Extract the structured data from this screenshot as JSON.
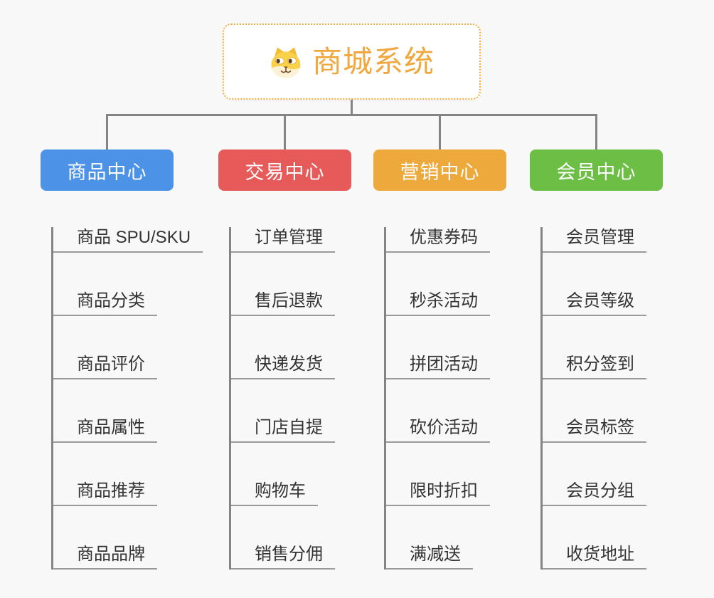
{
  "root": {
    "title": "商城系统",
    "icon": "shiba-dog-face-icon"
  },
  "branches": [
    {
      "id": "product-center",
      "label": "商品中心",
      "color": "#4c93e8",
      "items": [
        "商品 SPU/SKU",
        "商品分类",
        "商品评价",
        "商品属性",
        "商品推荐",
        "商品品牌"
      ]
    },
    {
      "id": "trade-center",
      "label": "交易中心",
      "color": "#e65a5a",
      "items": [
        "订单管理",
        "售后退款",
        "快递发货",
        "门店自提",
        "购物车",
        "销售分佣"
      ]
    },
    {
      "id": "marketing-center",
      "label": "营销中心",
      "color": "#eda93c",
      "items": [
        "优惠券码",
        "秒杀活动",
        "拼团活动",
        "砍价活动",
        "限时折扣",
        "满减送"
      ]
    },
    {
      "id": "member-center",
      "label": "会员中心",
      "color": "#6cbe45",
      "items": [
        "会员管理",
        "会员等级",
        "积分签到",
        "会员标签",
        "会员分组",
        "收货地址"
      ]
    }
  ],
  "colors": {
    "connector": "#848484",
    "leaf_underline": "#9a9a9a",
    "root_border": "#f2ac44",
    "root_text": "#f0a83e",
    "leaf_text": "#333333",
    "canvas_bg": "#f8f8f8"
  }
}
